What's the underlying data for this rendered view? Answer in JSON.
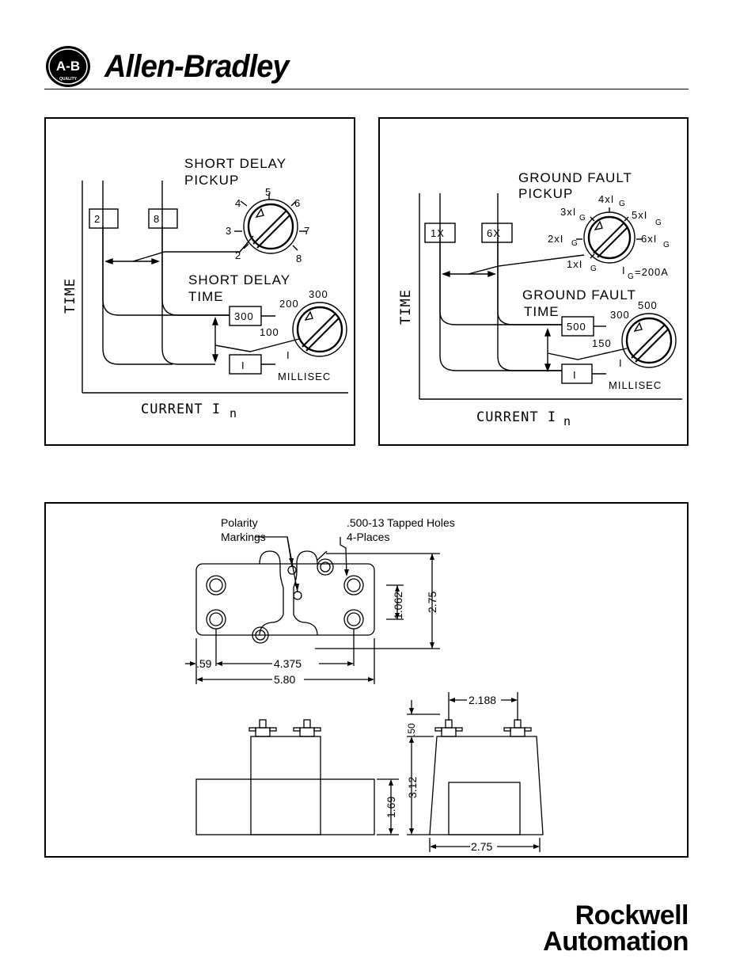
{
  "header": {
    "logo_text": "A-B",
    "logo_sub": "QUALITY",
    "brand": "Allen-Bradley"
  },
  "panel_left": {
    "pickup_title_1": "SHORT DELAY",
    "pickup_title_2": "PICKUP",
    "box_a": "2",
    "box_b": "8",
    "dial_pickup_labels": [
      "2",
      "3",
      "4",
      "5",
      "6",
      "7",
      "8"
    ],
    "time_title_1": "SHORT DELAY",
    "time_title_2": "TIME",
    "box_time": "300",
    "box_i": "I",
    "dial_time_labels": [
      "100",
      "200",
      "300",
      "I"
    ],
    "units": "MILLISEC",
    "y_axis": "TIME",
    "x_axis": "CURRENT I",
    "x_axis_sub": "n"
  },
  "panel_right": {
    "pickup_title_1": "GROUND FAULT",
    "pickup_title_2": "PICKUP",
    "box_a": "1X",
    "box_b": "6X",
    "dial_pickup_labels": [
      "1xI",
      "2xI",
      "3xI",
      "4xI",
      "5xI",
      "6xI"
    ],
    "dial_pickup_sub": "G",
    "ig_note": "=200A",
    "ig_label": "I",
    "time_title_1": "GROUND FAULT",
    "time_title_2": "TIME",
    "box_time": "500",
    "box_i": "I",
    "dial_time_labels": [
      "150",
      "300",
      "500",
      "I"
    ],
    "units": "MILLISEC",
    "y_axis": "TIME",
    "x_axis": "CURRENT I",
    "x_axis_sub": "n"
  },
  "panel_bottom": {
    "polarity_1": "Polarity",
    "polarity_2": "Markings",
    "tapped_1": ".500-13 Tapped Holes",
    "tapped_2": "4-Places",
    "dim_1062": "1.062",
    "dim_275v": "2.75",
    "dim_59": ".59",
    "dim_4375": "4.375",
    "dim_580": "5.80",
    "dim_2188": "2.188",
    "dim_50": ".50",
    "dim_312": "3.12",
    "dim_169": "1.69",
    "dim_275h": "2.75"
  },
  "footer": {
    "line1": "Rockwell",
    "line2": "Automation"
  }
}
